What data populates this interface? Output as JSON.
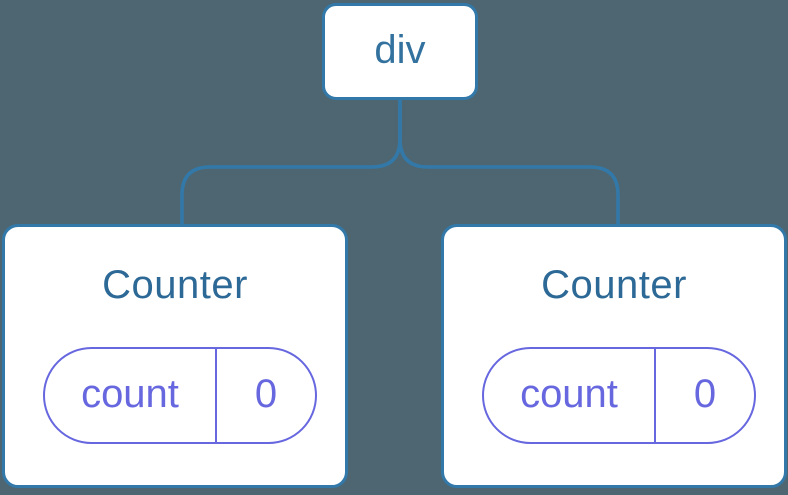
{
  "diagram": {
    "root": {
      "label": "div"
    },
    "children": [
      {
        "title": "Counter",
        "state": {
          "key": "count",
          "value": "0"
        }
      },
      {
        "title": "Counter",
        "state": {
          "key": "count",
          "value": "0"
        }
      }
    ]
  },
  "colors": {
    "background": "#4d6671",
    "node_border": "#3279aa",
    "root_text": "#33729f",
    "title_text": "#2d6996",
    "state_accent": "#6767df",
    "node_fill": "#ffffff"
  }
}
